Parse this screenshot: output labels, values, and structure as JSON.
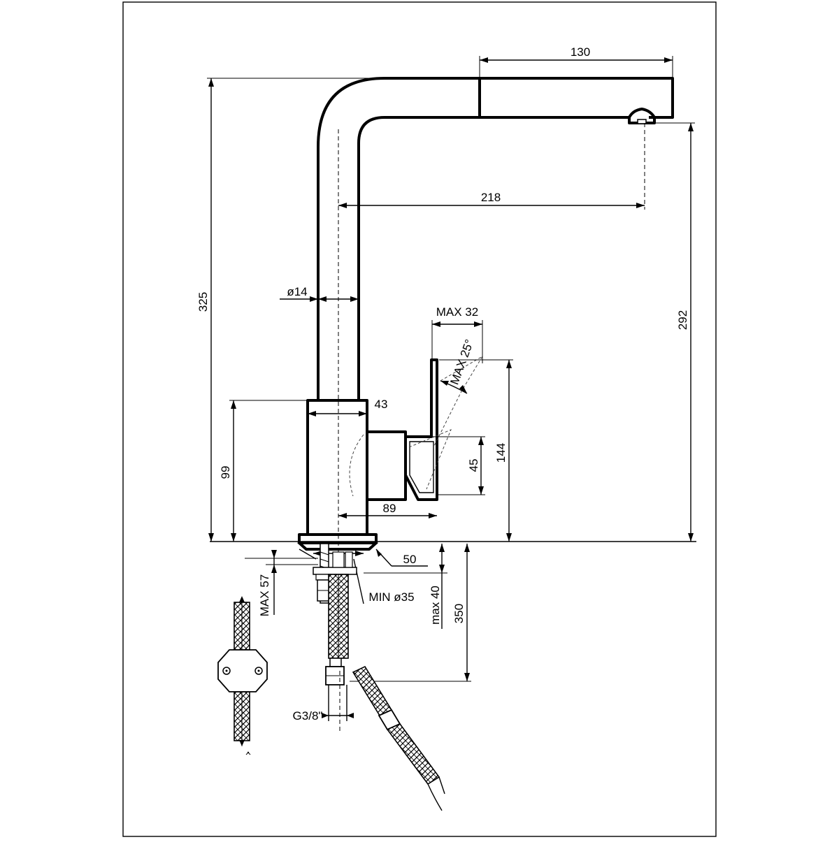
{
  "dimensions": {
    "spout_length": "130",
    "overall_height": "325",
    "outlet_reach": "218",
    "outlet_height": "292",
    "tube_diameter": "ø14",
    "lever_max_depth": "MAX 32",
    "lever_max_angle": "MAX 25°",
    "body_width": "43",
    "body_height": "99",
    "lever_height": "45",
    "lever_total_height": "144",
    "lever_reach": "89",
    "base_diameter": "50",
    "max_deck_thickness": "MAX 57",
    "min_hole_diameter": "MIN ø35",
    "max_clearance": "max 40",
    "hose_length": "350",
    "thread": "G3/8\""
  },
  "colors": {
    "line": "#000000",
    "background": "#ffffff"
  }
}
